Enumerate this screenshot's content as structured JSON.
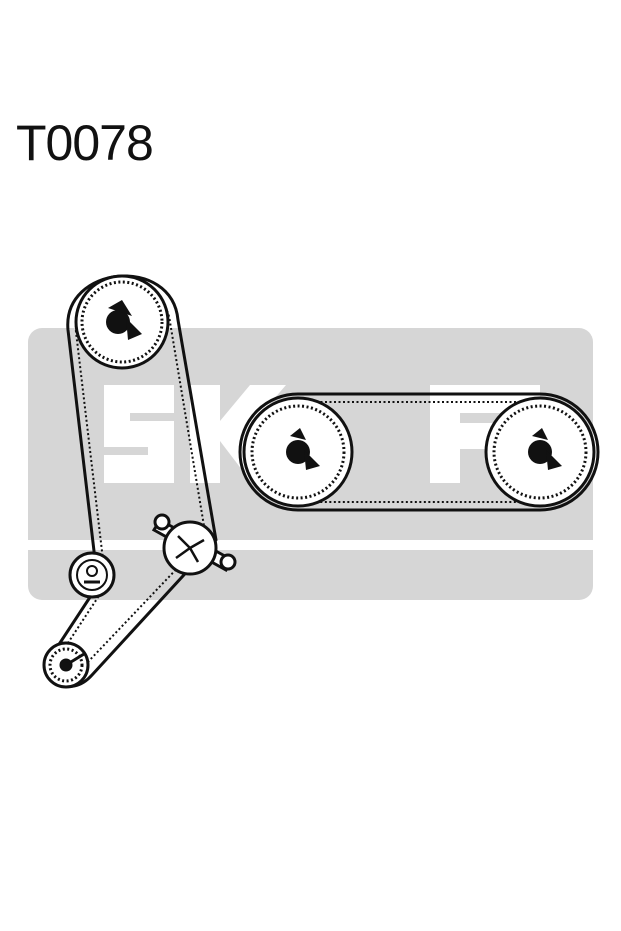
{
  "header": {
    "part_code": "T0078"
  },
  "watermark": {
    "brand": "SKF",
    "color": "#d6d6d6"
  },
  "diagram": {
    "stroke_color": "#111111",
    "components": [
      "camshaft-pulley-top",
      "camshaft-pulley-right-1",
      "camshaft-pulley-right-2",
      "tensioner-pulley",
      "idler-pulley",
      "crankshaft-pulley",
      "timing-belt-main",
      "timing-belt-secondary"
    ]
  }
}
